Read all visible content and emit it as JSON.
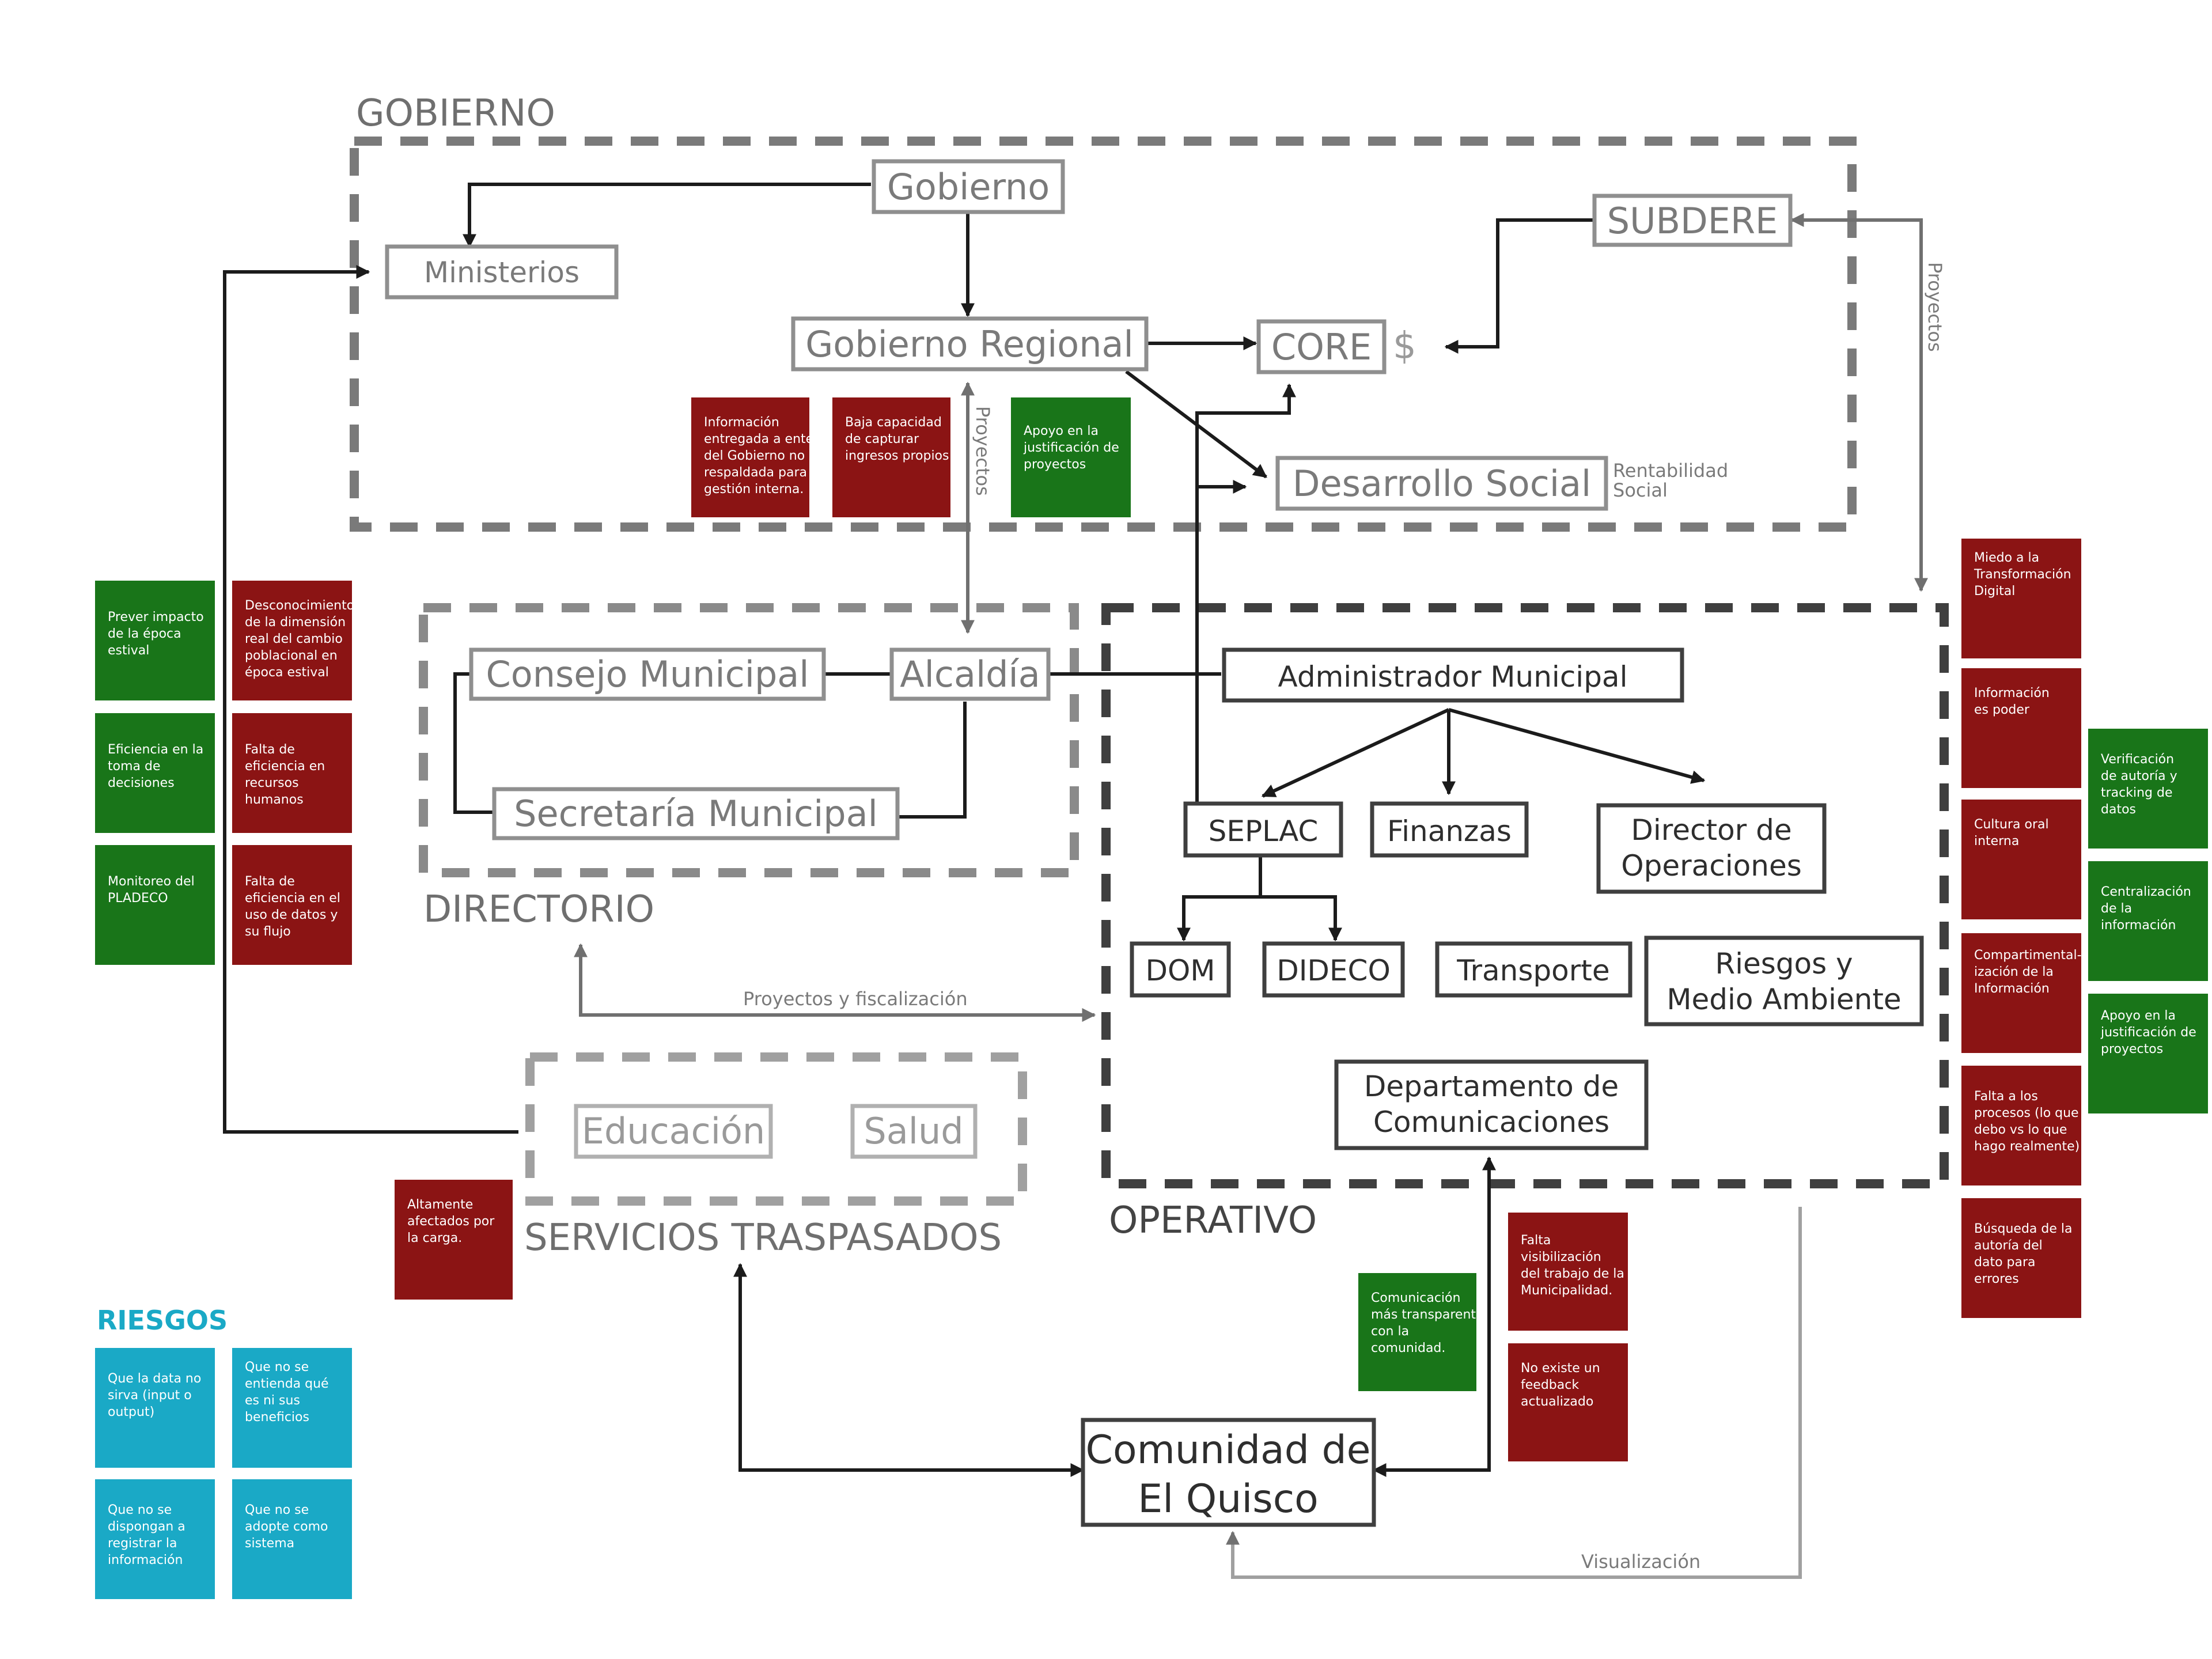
{
  "groups": {
    "gobierno": "GOBIERNO",
    "directorio": "DIRECTORIO",
    "operativo": "OPERATIVO",
    "servicios": "SERVICIOS TRASPASADOS",
    "riesgos": "RIESGOS"
  },
  "nodes": {
    "gobierno": "Gobierno",
    "ministerios": "Ministerios",
    "gobierno_regional": "Gobierno Regional",
    "core": "CORE",
    "subdere": "SUBDERE",
    "desarrollo_social": "Desarrollo Social",
    "consejo_municipal": "Consejo Municipal",
    "alcaldia": "Alcaldía",
    "secretaria_municipal": "Secretaría Municipal",
    "administrador_municipal": "Administrador Municipal",
    "seplac": "SEPLAC",
    "finanzas": "Finanzas",
    "director_operaciones": [
      "Director de",
      "Operaciones"
    ],
    "dom": "DOM",
    "dideco": "DIDECO",
    "transporte": "Transporte",
    "riesgos_medio_ambiente": [
      "Riesgos y",
      "Medio Ambiente"
    ],
    "departamento_comunicaciones": [
      "Departamento de",
      "Comunicaciones"
    ],
    "educacion": "Educación",
    "salud": "Salud",
    "comunidad": [
      "Comunidad de",
      "El Quisco"
    ]
  },
  "annotations": {
    "dollar": "$",
    "rentabilidad_social": [
      "Rentabilidad",
      "Social"
    ]
  },
  "edge_labels": {
    "proyectos_regional": "Proyectos",
    "proyectos_subdere": "Proyectos",
    "proyectos_fiscalizacion": "Proyectos y fiscalización",
    "visualizacion": "Visualización"
  },
  "colors": {
    "risk_red": "#8b1414",
    "opportunity_green": "#197519",
    "risk_blue": "#1aa9c6"
  },
  "notes": {
    "gobierno_area": [
      {
        "color": "red",
        "lines": [
          "Información",
          "entregada a entes",
          "del Gobierno no es",
          "respaldada para",
          "gestión interna."
        ]
      },
      {
        "color": "red",
        "lines": [
          "Baja capacidad",
          "de capturar",
          "ingresos propios"
        ]
      },
      {
        "color": "green",
        "lines": [
          "Apoyo en la",
          "justificación de",
          "proyectos"
        ]
      }
    ],
    "left_green": [
      {
        "color": "green",
        "lines": [
          "Prever impacto",
          "de la época",
          "estival"
        ]
      },
      {
        "color": "green",
        "lines": [
          "Eficiencia en la",
          "toma de",
          "decisiones"
        ]
      },
      {
        "color": "green",
        "lines": [
          "Monitoreo del",
          "PLADECO"
        ]
      }
    ],
    "left_red": [
      {
        "color": "red",
        "lines": [
          "Desconocimiento",
          "de la dimensión",
          "real del cambio",
          "poblacional en",
          "época estival"
        ]
      },
      {
        "color": "red",
        "lines": [
          "Falta de",
          "eficiencia en",
          "recursos",
          "humanos"
        ]
      },
      {
        "color": "red",
        "lines": [
          "Falta de",
          "eficiencia en el",
          "uso de datos y",
          "su flujo"
        ]
      }
    ],
    "servicios_area": [
      {
        "color": "red",
        "lines": [
          "Altamente",
          "afectados por",
          "la carga."
        ]
      }
    ],
    "riesgos": [
      {
        "color": "blue",
        "lines": [
          "Que la data no",
          "sirva (input o",
          "output)"
        ]
      },
      {
        "color": "blue",
        "lines": [
          "Que no se",
          "entienda qué",
          "es ni sus",
          "beneficios"
        ]
      },
      {
        "color": "blue",
        "lines": [
          "Que no se",
          "dispongan a",
          "registrar la",
          "información"
        ]
      },
      {
        "color": "blue",
        "lines": [
          "Que no se",
          "adopte como",
          "sistema"
        ]
      }
    ],
    "comunicaciones_area": [
      {
        "color": "green",
        "lines": [
          "Comunicación",
          "más transparente",
          "con la",
          "comunidad."
        ]
      },
      {
        "color": "red",
        "lines": [
          "Falta",
          "visibilización",
          "del trabajo de la",
          "Municipalidad."
        ]
      },
      {
        "color": "red",
        "lines": [
          "No existe un",
          "feedback",
          "actualizado"
        ]
      }
    ],
    "right_red": [
      {
        "color": "red",
        "lines": [
          "Miedo a la",
          "Transformación",
          "Digital"
        ]
      },
      {
        "color": "red",
        "lines": [
          "Información",
          "es poder"
        ]
      },
      {
        "color": "red",
        "lines": [
          "Cultura oral",
          "interna"
        ]
      },
      {
        "color": "red",
        "lines": [
          "Compartimental-",
          "ización de la",
          "Información"
        ]
      },
      {
        "color": "red",
        "lines": [
          "Falta a los",
          "procesos (lo que",
          "debo vs lo que",
          "hago realmente)"
        ]
      },
      {
        "color": "red",
        "lines": [
          "Búsqueda de la",
          "autoría del",
          "dato para",
          "errores"
        ]
      }
    ],
    "right_green": [
      {
        "color": "green",
        "lines": [
          "Verificación",
          "de autoría y",
          "tracking de",
          "datos"
        ]
      },
      {
        "color": "green",
        "lines": [
          "Centralización",
          "de la",
          "información"
        ]
      },
      {
        "color": "green",
        "lines": [
          "Apoyo en la",
          "justificación de",
          "proyectos"
        ]
      }
    ]
  }
}
